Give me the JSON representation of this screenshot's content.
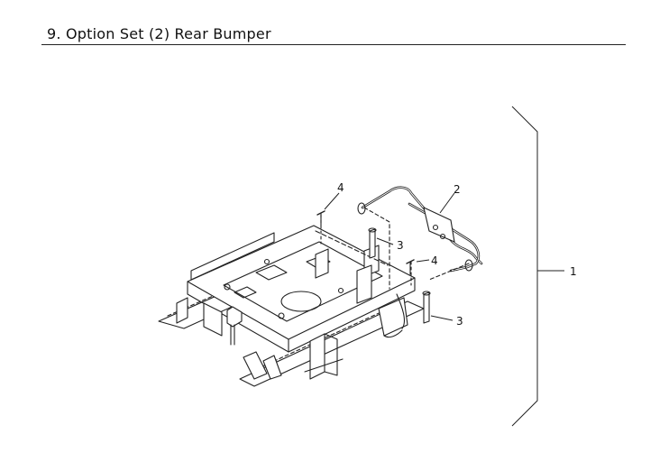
{
  "header": {
    "title": "9. Option Set (2) Rear Bumper"
  },
  "callouts": {
    "assembly": "1",
    "bumper": "2",
    "bolt_upper": "3",
    "bolt_lower": "3",
    "pin_left": "4",
    "pin_right": "4"
  }
}
